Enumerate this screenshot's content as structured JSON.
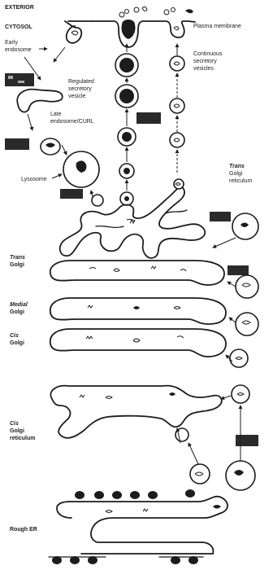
{
  "labels": {
    "exterior": "EXTERIOR",
    "cytosol": "CYTOSOL",
    "plasma_membrane": "Plasma membrane",
    "early_endosome_line1": "Early",
    "early_endosome_line2": "endosome",
    "regulated_line1": "Regulated",
    "regulated_line2": "secretory",
    "regulated_line3": "vesicle",
    "continuous_line1": "Continuous",
    "continuous_line2": "secretory",
    "continuous_line3": "vesicles",
    "late_endosome_line1": "Late",
    "late_endosome_line2": "endosome/CURL",
    "lysosome": "Lysosome",
    "trans_reticulum_line1": "Trans",
    "trans_reticulum_line2": "Golgi",
    "trans_reticulum_line3": "reticulum",
    "trans_golgi_line1": "Trans",
    "trans_golgi_line2": "Golgi",
    "medial_golgi_line1": "Medial",
    "medial_golgi_line2": "Golgi",
    "cis_golgi_line1": "Cis",
    "cis_golgi_line2": "Golgi",
    "cis_reticulum_line1": "Cis",
    "cis_reticulum_line2": "Golgi",
    "cis_reticulum_line3": "reticulum",
    "rough_er": "Rough ER"
  }
}
